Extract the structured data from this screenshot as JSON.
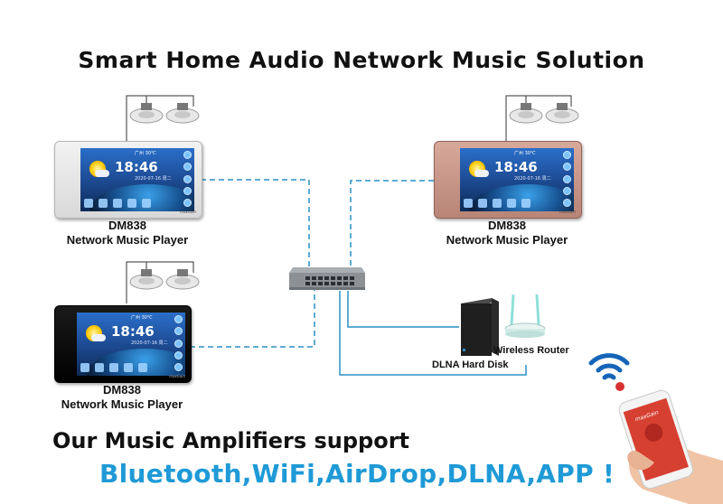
{
  "title": "Smart Home Audio Network Music Solution",
  "players": [
    {
      "model": "DM838",
      "name": "Network Music Player",
      "finish": "silver",
      "screen": {
        "time": "18:46",
        "location": "广州 30℃",
        "date": "2020-07-16 周二"
      }
    },
    {
      "model": "DM838",
      "name": "Network Music Player",
      "finish": "rose-gold",
      "screen": {
        "time": "18:46",
        "location": "广州 30℃",
        "date": "2020-07-16 周二"
      }
    },
    {
      "model": "DM838",
      "name": "Network Music Player",
      "finish": "black",
      "screen": {
        "time": "18:46",
        "location": "广州 30℃",
        "date": "2020-07-16 周二"
      }
    }
  ],
  "brand_mark": "maxGain",
  "hard_disk_label": "DLNA Hard Disk",
  "router_label": "Wireless Router",
  "support_heading": "Our Music Amplifiers support",
  "features_line": "Bluetooth,WiFi,AirDrop,DLNA,APP !",
  "colors": {
    "cable": "#2a8fc4",
    "features_text": "#1f9ad6",
    "wifi_icon": "#1565b8",
    "router_antenna": "#8fe0d8",
    "phone_screen": "#d64030"
  }
}
